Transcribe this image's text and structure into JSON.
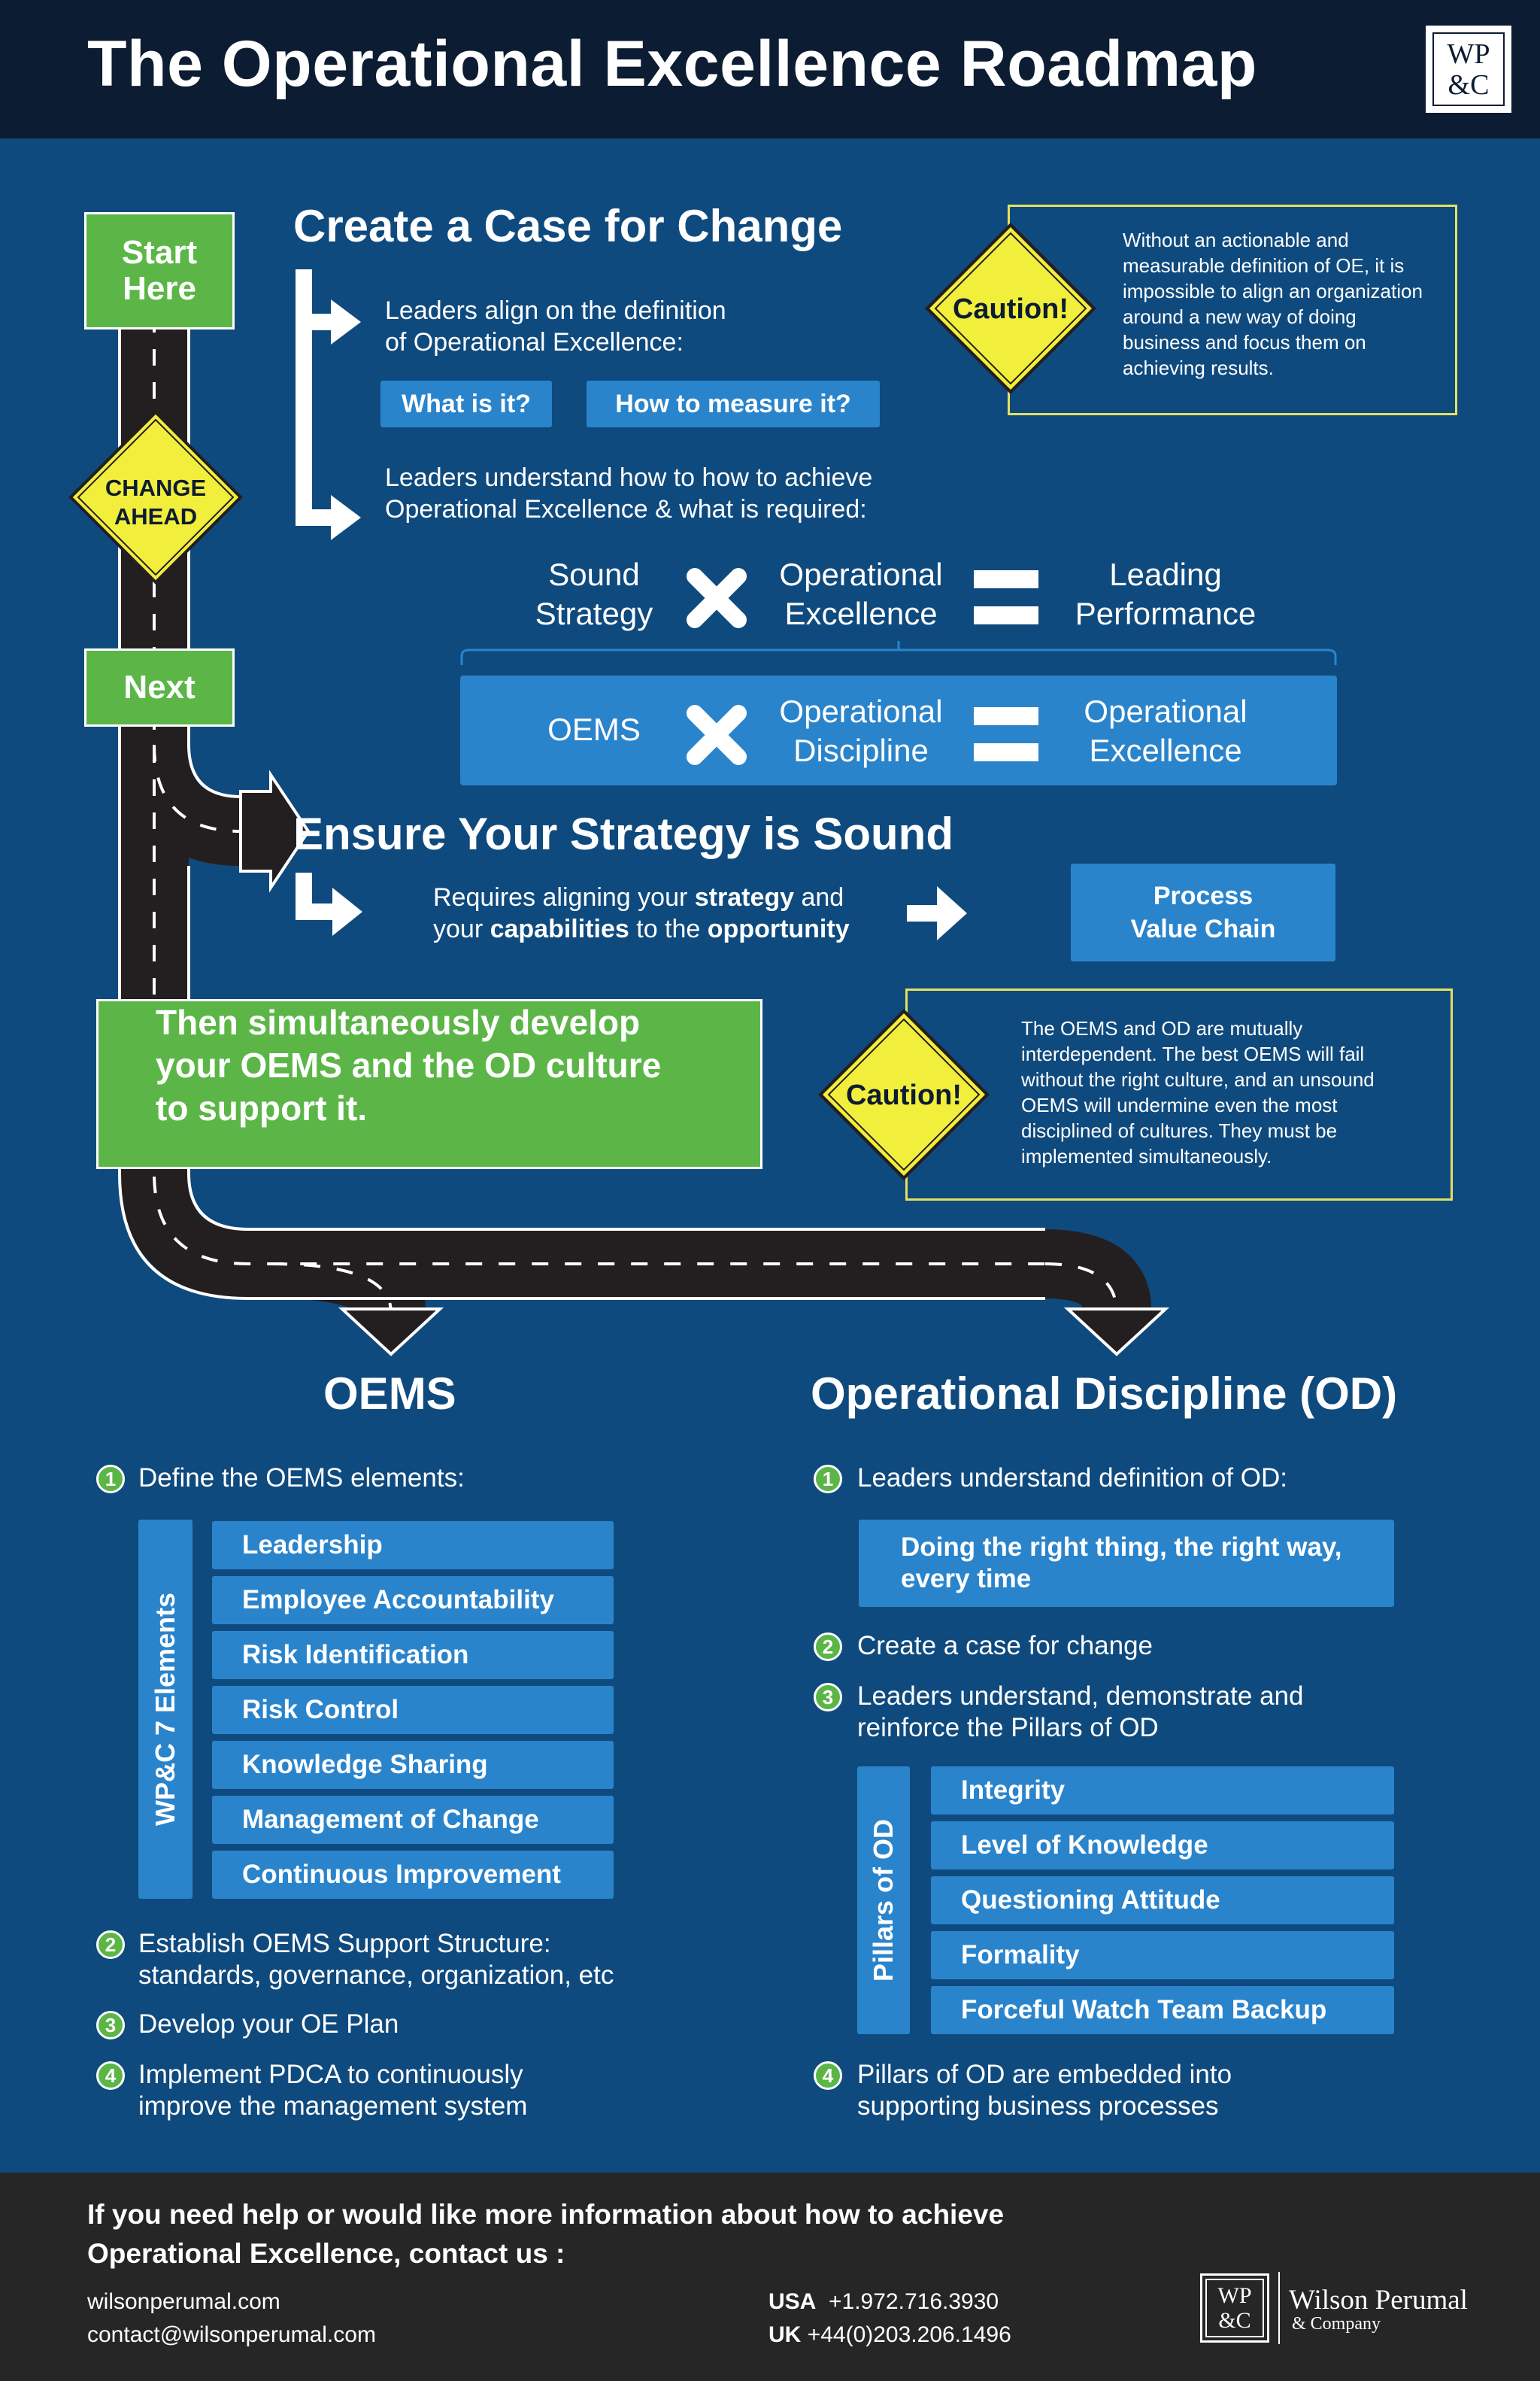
{
  "header": {
    "title": "The Operational Excellence Roadmap",
    "logo_text_line1": "WP",
    "logo_text_line2": "&C"
  },
  "roadmap": {
    "start_label_1": "Start",
    "start_label_2": "Here",
    "change_sign_1": "CHANGE",
    "change_sign_2": "AHEAD",
    "next_label": "Next"
  },
  "case_for_change": {
    "title": "Create a Case for Change",
    "step1_line1": "Leaders align on the definition",
    "step1_line2": "of Operational Excellence:",
    "chip_what": "What is it?",
    "chip_measure": "How to measure it?",
    "step2_line1": "Leaders understand how to how to achieve",
    "step2_line2": "Operational Excellence & what is required:",
    "eq1": {
      "a_line1": "Sound",
      "a_line2": "Strategy",
      "b_line1": "Operational",
      "b_line2": "Excellence",
      "c_line1": "Leading",
      "c_line2": "Performance"
    },
    "eq2": {
      "a": "OEMS",
      "b_line1": "Operational",
      "b_line2": "Discipline",
      "c_line1": "Operational",
      "c_line2": "Excellence"
    },
    "caution_label": "Caution!",
    "caution_text": "Without an actionable and measurable definition of OE, it is impossible to align an organization around a new way of doing business and focus them on achieving results."
  },
  "strategy": {
    "title": "Ensure Your Strategy is Sound",
    "line1_pre": "Requires aligning your ",
    "line1_bold": "strategy",
    "line1_post": " and",
    "line2_pre": "your ",
    "line2_bold1": "capabilities",
    "line2_mid": " to the ",
    "line2_bold2": "opportunity",
    "chip_line1": "Process",
    "chip_line2": "Value Chain"
  },
  "simultaneous": {
    "text_line1": "Then simultaneously develop",
    "text_line2": "your OEMS and the OD culture",
    "text_line3": "to support it.",
    "caution_label": "Caution!",
    "caution_text": "The OEMS and OD are mutually interdependent. The best OEMS will fail without the right culture, and an unsound OEMS will undermine even the most disciplined of cultures. They must be implemented simultaneously."
  },
  "oems": {
    "title": "OEMS",
    "step1": "Define the OEMS elements:",
    "elements_label": "WP&C 7 Elements",
    "elements": [
      "Leadership",
      "Employee Accountability",
      "Risk Identification",
      "Risk Control",
      "Knowledge Sharing",
      "Management of Change",
      "Continuous Improvement"
    ],
    "step2_line1": "Establish OEMS Support Structure:",
    "step2_line2": "standards, governance, organization, etc",
    "step3": "Develop your OE Plan",
    "step4_line1": "Implement PDCA to continuously",
    "step4_line2": "improve the management system",
    "numbers": [
      "1",
      "2",
      "3",
      "4"
    ]
  },
  "od": {
    "title": "Operational Discipline (OD)",
    "step1": "Leaders understand definition of OD:",
    "definition_line1": "Doing the right thing, the right way,",
    "definition_line2": "every time",
    "step2": "Create a case for change",
    "step3_line1": "Leaders understand, demonstrate and",
    "step3_line2": "reinforce the Pillars of OD",
    "pillars_label": "Pillars of OD",
    "pillars": [
      "Integrity",
      "Level of Knowledge",
      "Questioning Attitude",
      "Formality",
      "Forceful Watch Team Backup"
    ],
    "step4_line1": "Pillars of OD are embedded into",
    "step4_line2": "supporting business processes",
    "numbers": [
      "1",
      "2",
      "3",
      "4"
    ]
  },
  "footer": {
    "cta_line1": "If you need help or would like more information about how to achieve",
    "cta_line2": "Operational Excellence, contact us :",
    "website": "wilsonperumal.com",
    "email": "contact@wilsonperumal.com",
    "usa_label": "USA",
    "usa_phone": "+1.972.716.3930",
    "uk_label": "UK",
    "uk_phone": "+44(0)203.206.1496",
    "company_name": "Wilson Perumal",
    "company_sub": "& Company",
    "logo_text_line1": "WP",
    "logo_text_line2": "&C"
  },
  "colors": {
    "background": "#0f4a7e",
    "header": "#0c1c32",
    "green": "#5cb647",
    "chip_blue": "#2a84cc",
    "caution_yellow": "#f2ee3c",
    "footer": "#262626"
  }
}
